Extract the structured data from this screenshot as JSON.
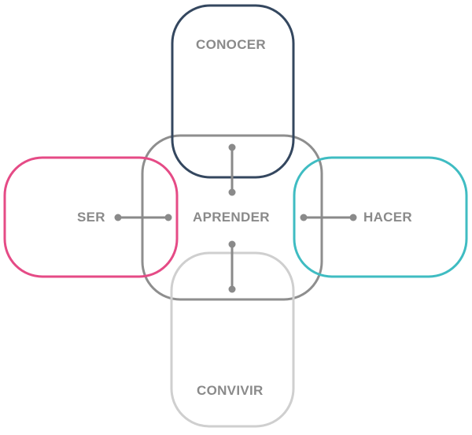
{
  "center": {
    "label": "APRENDER"
  },
  "nodes": [
    {
      "id": "conocer",
      "label": "CONOCER",
      "color": "#34475f"
    },
    {
      "id": "ser",
      "label": "SER",
      "color": "#e54b86"
    },
    {
      "id": "hacer",
      "label": "HACER",
      "color": "#3fbcc2"
    },
    {
      "id": "convivir",
      "label": "CONVIVIR",
      "color": "#cfcfcf"
    }
  ],
  "center_color": "#8e8e8e",
  "connector_color": "#8a8a8a"
}
